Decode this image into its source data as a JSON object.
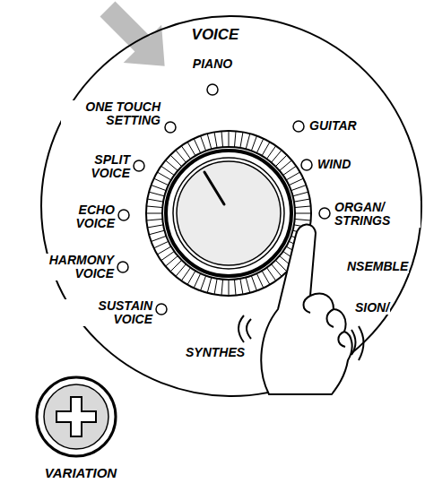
{
  "diagram": {
    "title": "VOICE",
    "labels": [
      "PIANO",
      "ONE TOUCH SETTING",
      "GUITAR",
      "WIND",
      "SPLIT VOICE",
      "ECHO VOICE",
      "ORGAN/ STRINGS",
      "NSEMBLE",
      "HARMONY VOICE",
      "SION/",
      "SUSTAIN VOICE",
      "SYNTHES",
      "VARIATION"
    ]
  }
}
